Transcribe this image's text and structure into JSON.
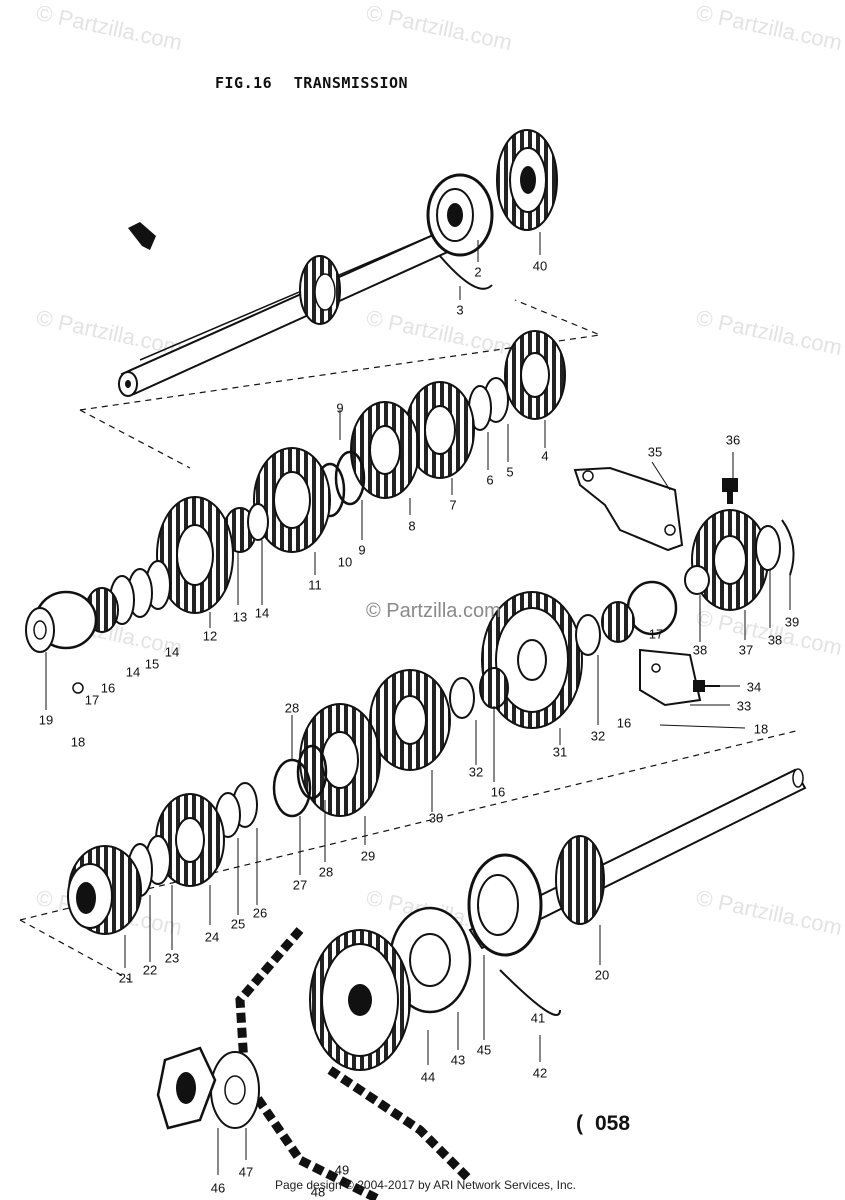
{
  "figure": {
    "fig_label": "FIG.16",
    "section_title": "TRANSMISSION"
  },
  "watermarks": {
    "repeat_text": "© Partzilla.com",
    "center_text": "© Partzilla.com"
  },
  "drawing_code": {
    "prefix": "(",
    "number": "058"
  },
  "footer": {
    "copyright": "Page design © 2004-2017 by ARI Network Services, Inc."
  },
  "callouts": [
    "2",
    "3",
    "40",
    "9",
    "4",
    "5",
    "6",
    "7",
    "8",
    "9",
    "10",
    "11",
    "35",
    "36",
    "14",
    "13",
    "12",
    "14",
    "15",
    "14",
    "16",
    "17",
    "19",
    "18",
    "39",
    "38",
    "37",
    "38",
    "17",
    "16",
    "32",
    "31",
    "34",
    "33",
    "18",
    "28",
    "16",
    "32",
    "30",
    "29",
    "28",
    "27",
    "26",
    "25",
    "24",
    "23",
    "22",
    "21",
    "20",
    "41",
    "42",
    "45",
    "43",
    "44",
    "46",
    "47",
    "49",
    "48"
  ]
}
